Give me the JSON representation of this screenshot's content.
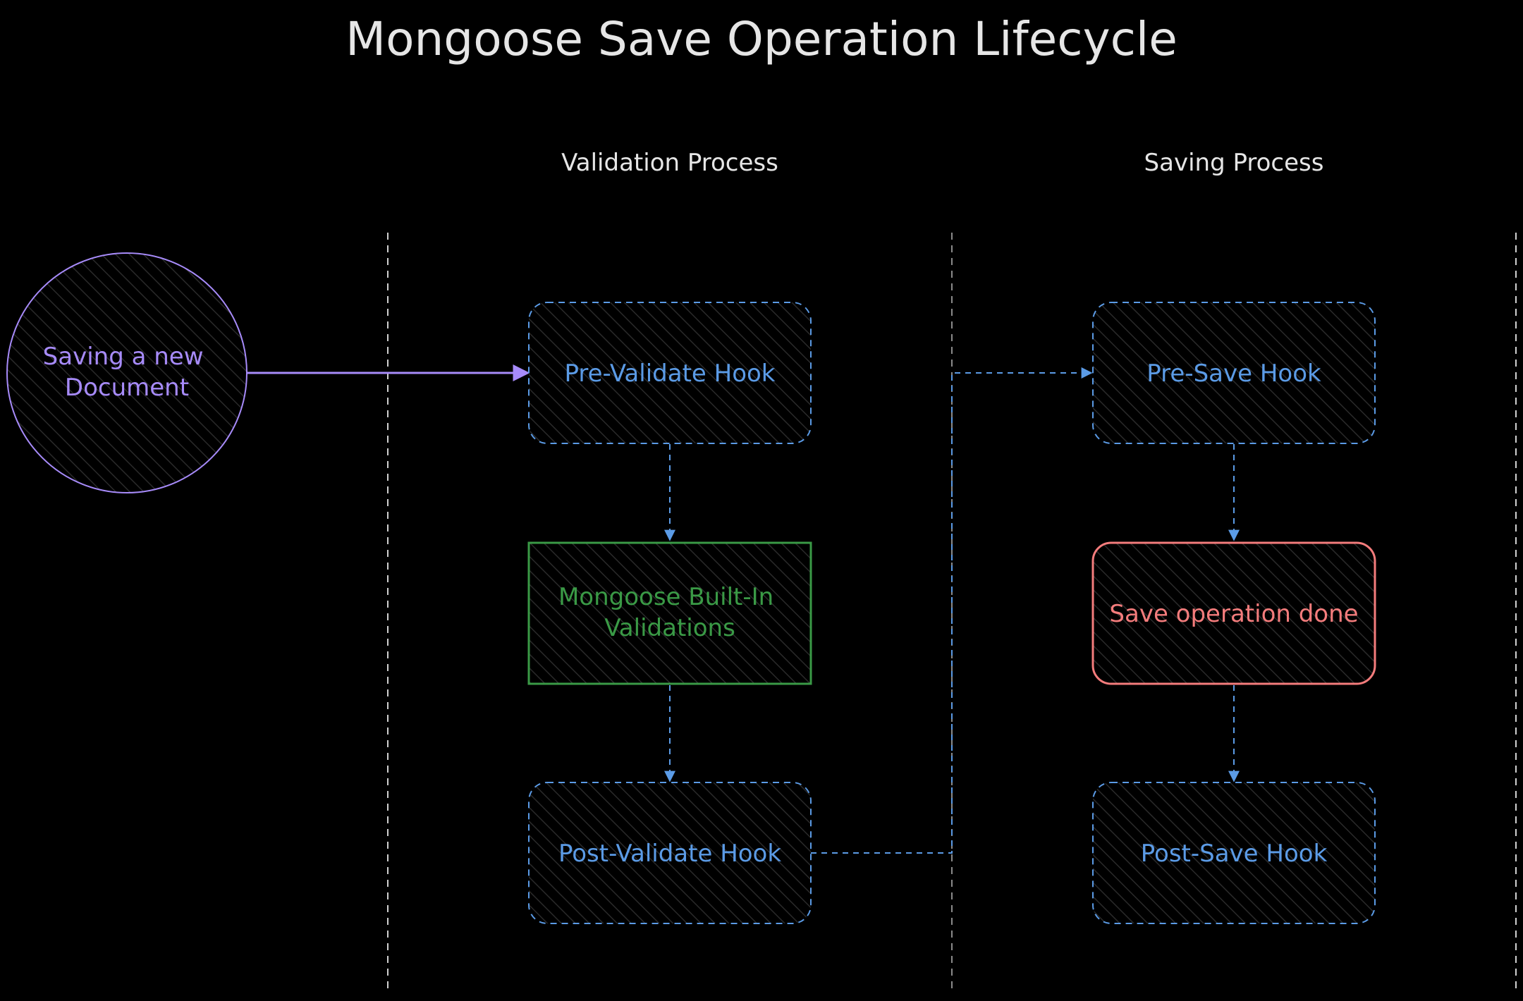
{
  "title": "Mongoose Save Operation Lifecycle",
  "lanes": {
    "validation": "Validation Process",
    "saving": "Saving Process"
  },
  "nodes": {
    "start": {
      "line1": "Saving a new",
      "line2": "Document"
    },
    "pre_validate": {
      "label": "Pre-Validate Hook"
    },
    "builtin": {
      "line1": "Mongoose Built-In",
      "line2": "Validations"
    },
    "post_validate": {
      "label": "Post-Validate Hook"
    },
    "pre_save": {
      "label": "Pre-Save Hook"
    },
    "save_done": {
      "label": "Save operation done"
    },
    "post_save": {
      "label": "Post-Save Hook"
    }
  },
  "colors": {
    "background": "#000000",
    "text": "#e6e6e6",
    "start": "#a78bfa",
    "hook": "#5b9be6",
    "builtin": "#3a9a46",
    "done": "#f47c7c",
    "lane_divider": "#d0d0d0"
  }
}
